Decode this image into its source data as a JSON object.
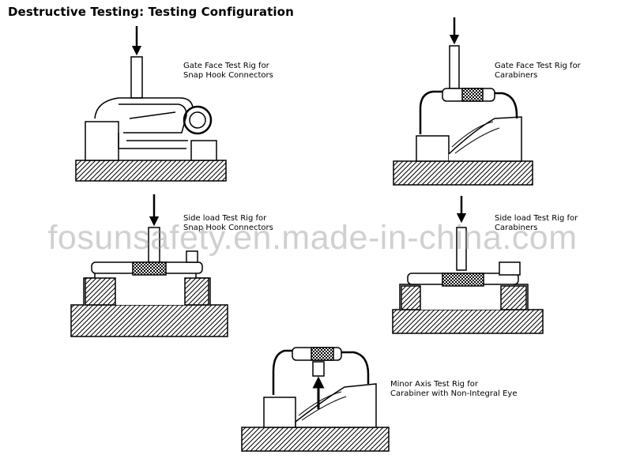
{
  "title": "Destructive Testing: Testing Configuration",
  "rigs": [
    {
      "id": "gate-face-snap-hook",
      "line1": "Gate Face Test Rig for",
      "line2": "Snap Hook Connectors"
    },
    {
      "id": "gate-face-carabiner",
      "line1": "Gate Face Test Rig for",
      "line2": "Carabiners"
    },
    {
      "id": "side-load-snap-hook",
      "line1": "Side load Test Rig for",
      "line2": "Snap Hook Connectors"
    },
    {
      "id": "side-load-carabiner",
      "line1": "Side load Test Rig for",
      "line2": "Carabiners"
    },
    {
      "id": "minor-axis-carabiner",
      "line1": "Minor Axis Test Rig for",
      "line2": "Carabiner with Non-Integral Eye"
    }
  ],
  "watermark": "fosunsafety.en.made-in-china.com"
}
